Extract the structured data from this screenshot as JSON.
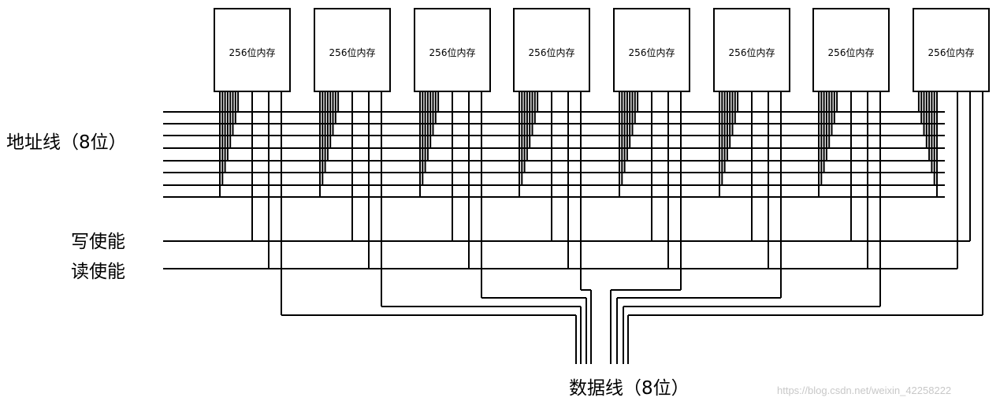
{
  "labels": {
    "address": "地址线（8位）",
    "write_enable": "写使能",
    "read_enable": "读使能",
    "data": "数据线（8位）"
  },
  "chips": [
    {
      "label": "256位内存"
    },
    {
      "label": "256位内存"
    },
    {
      "label": "256位内存"
    },
    {
      "label": "256位内存"
    },
    {
      "label": "256位内存"
    },
    {
      "label": "256位内存"
    },
    {
      "label": "256位内存"
    },
    {
      "label": "256位内存"
    }
  ],
  "address_bits": 8,
  "data_bits": 8,
  "watermark": "https://blog.csdn.net/weixin_42258222",
  "colors": {
    "line": "#000000",
    "background": "#ffffff",
    "watermark": "#c8c8c8"
  }
}
